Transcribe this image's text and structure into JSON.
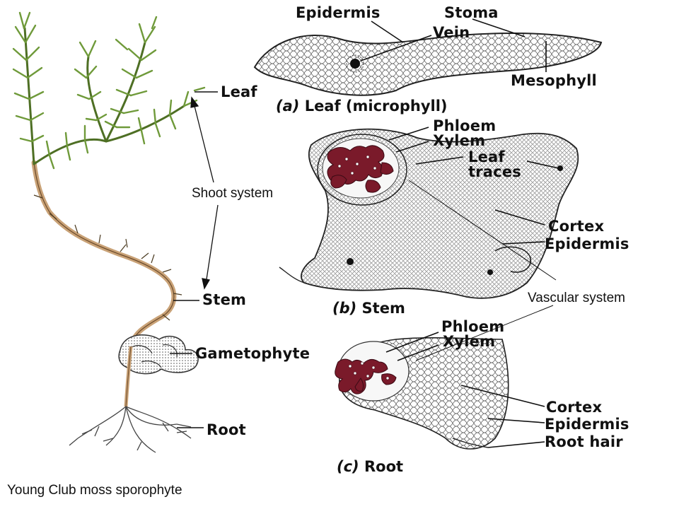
{
  "labels": {
    "epidermis_leaf": "Epidermis",
    "stoma": "Stoma",
    "vein": "Vein",
    "mesophyll": "Mesophyll",
    "leaf": "Leaf",
    "phloem_stem": "Phloem",
    "xylem_stem": "Xylem",
    "leaf_traces_1": "Leaf",
    "leaf_traces_2": "traces",
    "cortex_stem": "Cortex",
    "epidermis_stem": "Epidermis",
    "stem": "Stem",
    "gametophyte": "Gametophyte",
    "phloem_root": "Phloem",
    "xylem_root": "Xylem",
    "cortex_root": "Cortex",
    "epidermis_root": "Epidermis",
    "root_hair": "Root hair",
    "root": "Root"
  },
  "captions": {
    "a_letter": "(a)",
    "a_text": "Leaf (microphyll)",
    "b_letter": "(b)",
    "b_text": "Stem",
    "c_letter": "(c)",
    "c_text": "Root"
  },
  "annotations": {
    "shoot_system": "Shoot system",
    "vascular_system": "Vascular system",
    "plant_caption": "Young Club moss sporophyte"
  },
  "colors": {
    "xylem": "#7a1a2a",
    "leaf_green": "#6f9a3a",
    "stem_tan": "#c9a277",
    "cell_line": "#333333"
  }
}
